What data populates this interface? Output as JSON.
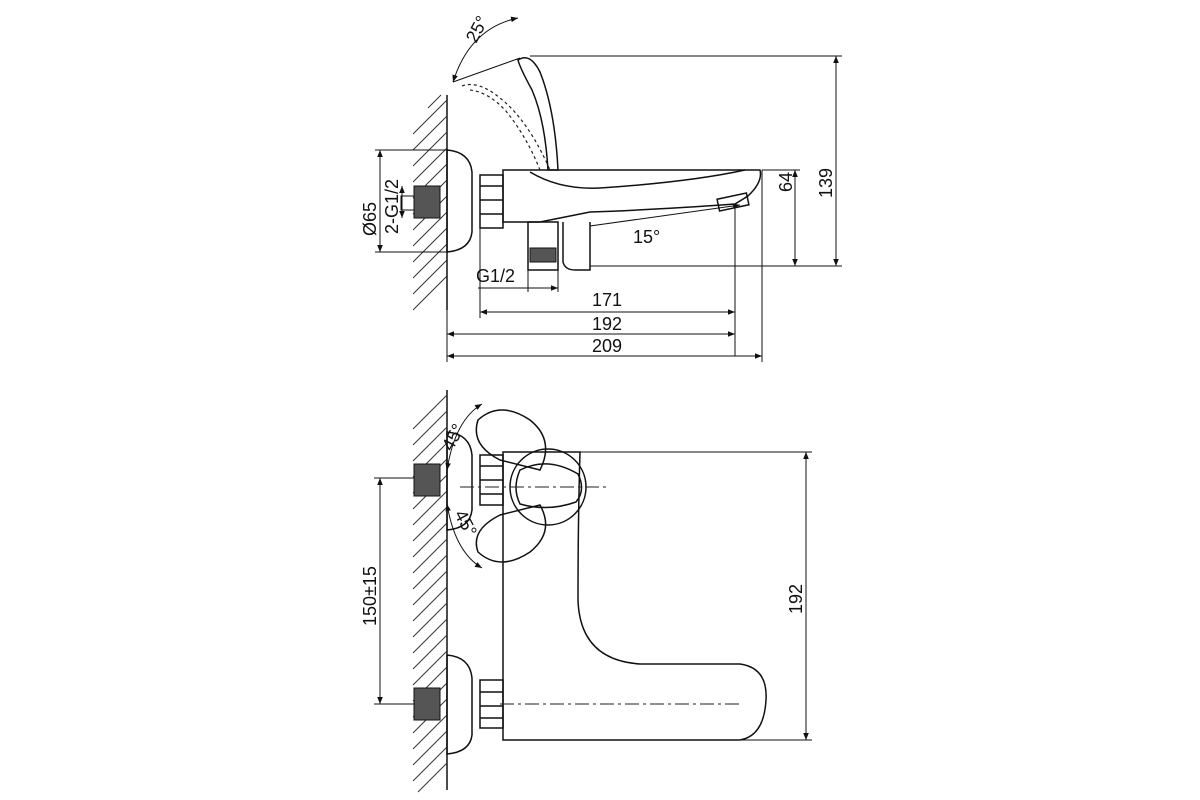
{
  "side_view": {
    "handle_angle": "25°",
    "spout_angle": "15°",
    "diameter": "Ø65",
    "inlet_thread": "2-G1/2",
    "outlet_thread": "G1/2",
    "len_171": "171",
    "len_192": "192",
    "len_209": "209",
    "height_64": "64",
    "height_139": "139"
  },
  "top_view": {
    "angle_upper": "45°",
    "angle_lower": "45°",
    "center_distance": "150±15",
    "length_192": "192"
  }
}
